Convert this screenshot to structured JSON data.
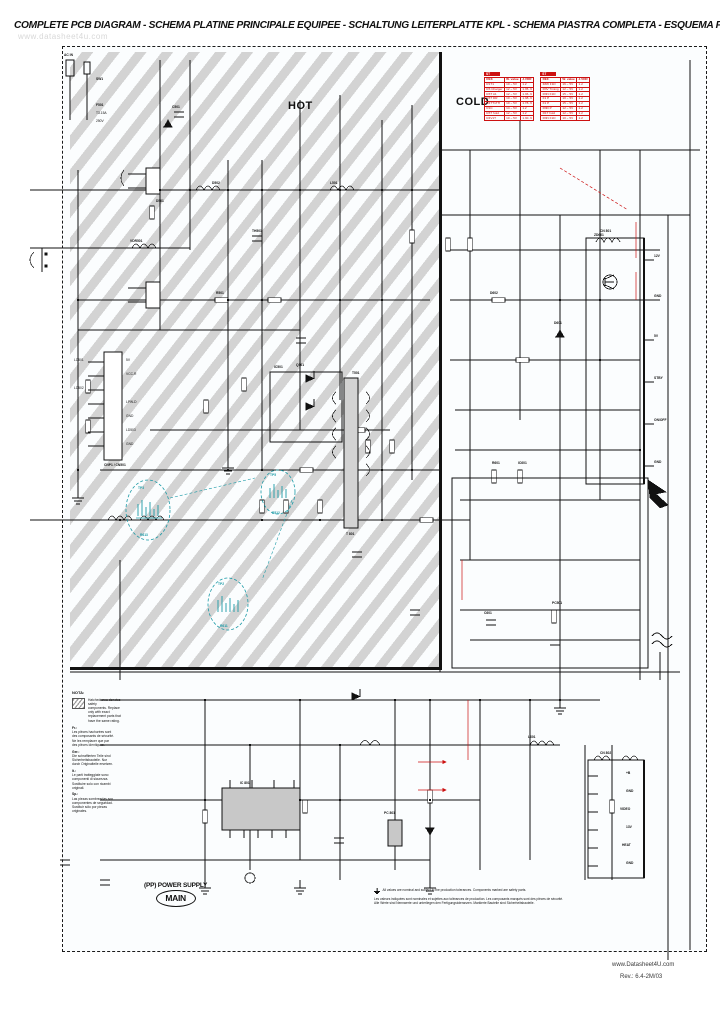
{
  "document": {
    "title": "COMPLETE PCB DIAGRAM - SCHEMA PLATINE PRINCIPALE EQUIPEE - SCHALTUNG LEITERPLATTE KPL - SCHEMA PIASTRA COMPLETA - ESQUEMA PLATINA EQUIPADA",
    "watermark": "www.datasheet4u.com",
    "footer_site": "www.Datasheet4U.com",
    "footer_rev": "Rev.: 6.4-2M/03"
  },
  "zones": {
    "hot_label": "HOT",
    "cold_label": "COLD"
  },
  "board_badge": {
    "supply_label": "(PP) POWER SUPPLY",
    "board_name": "MAIN"
  },
  "legend": {
    "tables": [
      {
        "tag": "ST",
        "headers": [
          "REF.",
          "W. value",
          "J.VDR"
        ],
        "rows": [
          [
            "R1T1",
            "10 ~ 5V",
            "1.2"
          ],
          [
            "R3 Charger",
            "12 ~ 5V",
            "1.35..9"
          ],
          [
            "R3T A1",
            "12 ~ 5V",
            "1.36..9"
          ],
          [
            "R3T DR",
            "10 ~ 5V",
            "1.38..9"
          ],
          [
            "R4TT1TH",
            "10 ~ 5V",
            "1.78..9"
          ],
          [
            "R1C",
            "14 ~ 5V",
            "1.2"
          ],
          [
            "R3T hold",
            "12 ~ 5V",
            "1.2"
          ],
          [
            "R4V1T",
            "10 ~ 5V",
            "1.30..9"
          ]
        ]
      },
      {
        "tag": "ST",
        "headers": [
          "REF.",
          "W. value",
          "J.VDR"
        ],
        "rows": [
          [
            "IMW F1D",
            "16 ~ 5V",
            "1.2"
          ],
          [
            "R3V Timing",
            "12 ~ 5V",
            "1.2"
          ],
          [
            "R3N F1D",
            "15 ~ 5V",
            "1.2"
          ],
          [
            "F1 P",
            "10 ~ 5V",
            "1.2"
          ],
          [
            "F1 P",
            "15 ~ 5V",
            "1.2"
          ],
          [
            "R3D P",
            "12 ~ 5V",
            "1.2"
          ],
          [
            "R1T hold",
            "12 ~ 5V",
            "1.2"
          ],
          [
            "R3N F1D",
            "10 ~ 5V",
            "1.2"
          ]
        ]
      }
    ]
  },
  "notes": {
    "title": "NOTA:",
    "hatched_text": "Hatched area denotes\nsafety\ncomponents. Replace\nonly with exact\nreplacement parts that\nhave the same rating.",
    "groups": [
      {
        "heading": "Fr.:",
        "body": "Les pièces hachurées sont\ndes composants de sécurité.\nNe les remplacer que par\ndes pièces identiques."
      },
      {
        "heading": "Ger.:",
        "body": "Die schraffierten Teile sind\nSicherheitsbauteile. Nur\ndurch Originalteile ersetzen."
      },
      {
        "heading": "It.:",
        "body": "Le parti tratteggiate sono\ncomponenti di sicurezza.\nSostituire solo con ricambi\noriginali."
      },
      {
        "heading": "Sp.:",
        "body": "Las piezas sombreadas son\ncomponentes de seguridad.\nSustituir sólo por piezas\noriginales."
      }
    ]
  },
  "safety_notes": {
    "lines": [
      "All values are nominal and subject to the production tolerances. Components marked are safety parts.",
      "Les valeurs indiquées sont nominales et sujettes aux tolérances de production. Les composants marqués sont des pièces de sécurité.",
      "Alle Werte sind Nennwerte und unterliegen den Fertigungstoleranzen. Markierte Bauteile sind Sicherheitsbauteile."
    ]
  },
  "connectors": {
    "left_strip": {
      "name": "CNP1 / CN501",
      "pins": [
        {
          "num": "1",
          "label": "LD501"
        },
        {
          "num": "2",
          "label": "5V"
        },
        {
          "num": "3",
          "label": "VCC-R"
        },
        {
          "num": "4",
          "label": "LD502"
        },
        {
          "num": "5",
          "label": "LPW-D"
        },
        {
          "num": "6",
          "label": "GND"
        },
        {
          "num": "7",
          "label": "LD503"
        },
        {
          "num": "8",
          "label": "GND"
        }
      ]
    },
    "right_output": {
      "name": "CN 801",
      "pins": [
        {
          "num": "1",
          "label": "12V"
        },
        {
          "num": "2",
          "label": "GND"
        },
        {
          "num": "3",
          "label": "5V"
        },
        {
          "num": "4",
          "label": "STBY"
        },
        {
          "num": "5",
          "label": "ON/OFF"
        },
        {
          "num": "6",
          "label": "GND"
        }
      ]
    },
    "bottom_right": {
      "name": "CN 802",
      "pins": [
        {
          "num": "1",
          "label": "+B"
        },
        {
          "num": "2",
          "label": "GND"
        },
        {
          "num": "3",
          "label": "VIDEO"
        },
        {
          "num": "4",
          "label": "13V"
        },
        {
          "num": "5",
          "label": "HEAT"
        },
        {
          "num": "6",
          "label": "GND"
        }
      ]
    }
  },
  "test_points": [
    {
      "id": "TP3",
      "ref": "R613"
    },
    {
      "id": "TP5",
      "ref": "R512"
    },
    {
      "id": "TP2",
      "ref": "R611"
    }
  ],
  "parts": {
    "ac_input": [
      "AC IN",
      "SW1",
      "F501",
      "T3.15A",
      "250V"
    ],
    "hot_side": [
      "D501",
      "D502",
      "C501",
      "R501",
      "L501",
      "TH501",
      "VDR501",
      "Q501",
      "IC501",
      "T501"
    ],
    "cold_side": [
      "D601",
      "D602",
      "C601",
      "R601",
      "IC601",
      "PC501",
      "ZD601",
      "L601"
    ],
    "transformer": "T 801",
    "main_ic": "IC 801",
    "optocoupler": "PC 801"
  }
}
